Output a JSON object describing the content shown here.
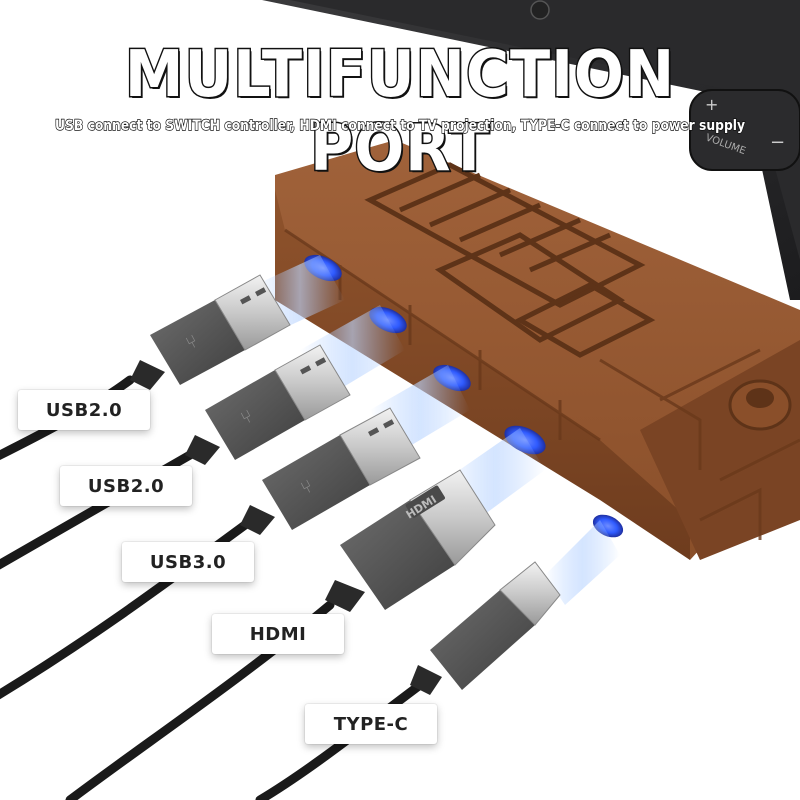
{
  "headline": "MULTIFUNCTION PORT",
  "subline": "USB connect to SWITCH controller, HDMI connect to TV projection, TYPE-C connect to power supply",
  "console_labels": {
    "volume": "VOLUME",
    "plus": "+",
    "minus": "−"
  },
  "connectors": [
    {
      "label": "USB2.0"
    },
    {
      "label": "USB2.0"
    },
    {
      "label": "USB3.0"
    },
    {
      "label": "HDMI",
      "plug_text": "HDMI"
    },
    {
      "label": "TYPE-C"
    }
  ],
  "colors": {
    "dock": "#8a4f2a",
    "dock_dark": "#5e3318",
    "port_glow": "#2f5bff",
    "cable": "#1a1a1a",
    "plug": "#5a5a5a"
  }
}
